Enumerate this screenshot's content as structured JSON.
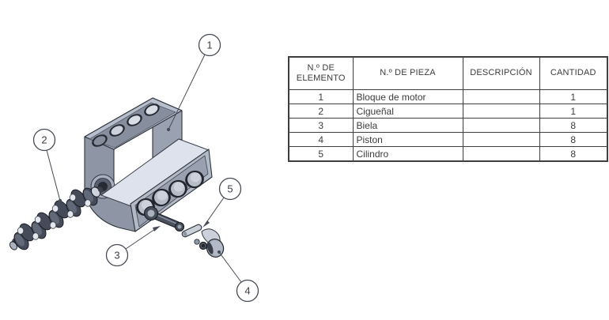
{
  "bom_table": {
    "headers": {
      "elemento": "N.º DE ELEMENTO",
      "pieza": "N.º DE PIEZA",
      "descripcion": "DESCRIPCIÓN",
      "cantidad": "CANTIDAD"
    },
    "rows": [
      {
        "elemento": "1",
        "pieza": "Bloque de motor",
        "descripcion": "",
        "cantidad": "1"
      },
      {
        "elemento": "2",
        "pieza": "Cigueñal",
        "descripcion": "",
        "cantidad": "1"
      },
      {
        "elemento": "3",
        "pieza": "Biela",
        "descripcion": "",
        "cantidad": "8"
      },
      {
        "elemento": "4",
        "pieza": "Piston",
        "descripcion": "",
        "cantidad": "8"
      },
      {
        "elemento": "5",
        "pieza": "Cilindro",
        "descripcion": "",
        "cantidad": "8"
      }
    ]
  },
  "balloons": [
    {
      "label": "1",
      "part": "bloque-de-motor"
    },
    {
      "label": "2",
      "part": "ciguenal"
    },
    {
      "label": "3",
      "part": "biela"
    },
    {
      "label": "4",
      "part": "piston"
    },
    {
      "label": "5",
      "part": "cilindro"
    }
  ],
  "colors": {
    "outline": "#474b55",
    "block_top": "#b8bfcc",
    "block_right": "#9aa2b2",
    "block_left": "#8e96a6",
    "block_step": "#dde2ec",
    "part_dark": "#454b58",
    "pin_light": "#e4e7ee",
    "table_border": "#3f3f3f",
    "text": "#3c3c3c"
  }
}
